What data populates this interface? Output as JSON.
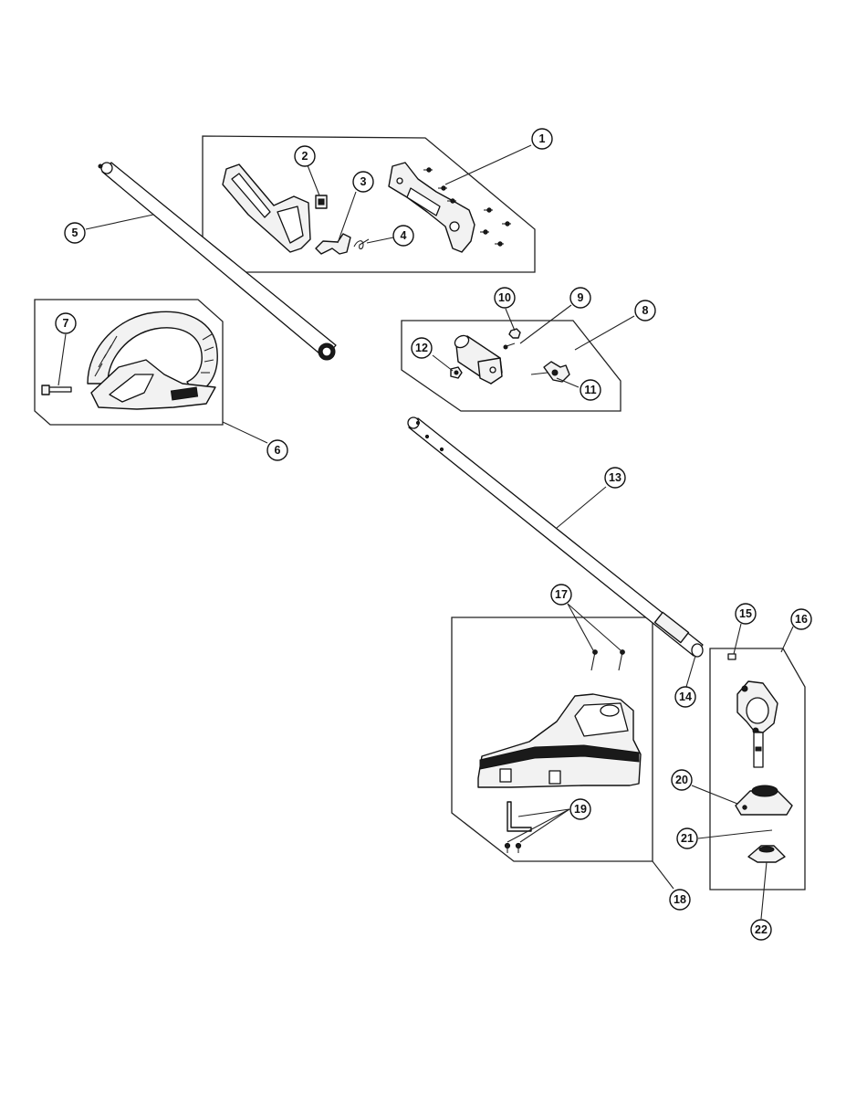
{
  "diagram": {
    "type": "exploded-parts-diagram",
    "callouts": [
      {
        "num": "1"
      },
      {
        "num": "2"
      },
      {
        "num": "3"
      },
      {
        "num": "4"
      },
      {
        "num": "5"
      },
      {
        "num": "6"
      },
      {
        "num": "7"
      },
      {
        "num": "8"
      },
      {
        "num": "9"
      },
      {
        "num": "10"
      },
      {
        "num": "11"
      },
      {
        "num": "12"
      },
      {
        "num": "13"
      },
      {
        "num": "14"
      },
      {
        "num": "15"
      },
      {
        "num": "16"
      },
      {
        "num": "17"
      },
      {
        "num": "18"
      },
      {
        "num": "19"
      },
      {
        "num": "20"
      },
      {
        "num": "21"
      },
      {
        "num": "22"
      }
    ]
  }
}
